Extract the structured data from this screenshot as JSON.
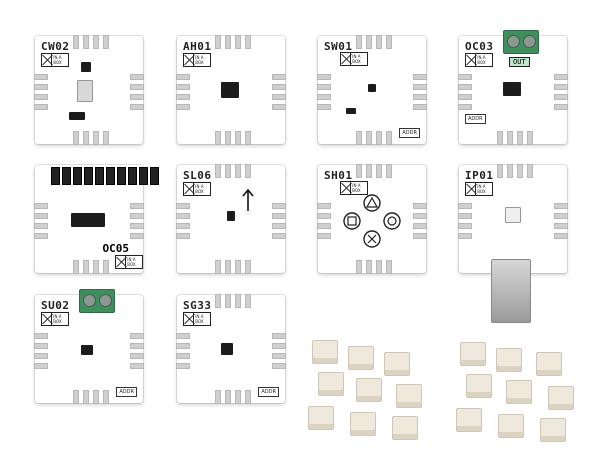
{
  "boards": [
    {
      "id": "cw02",
      "label": "CW02"
    },
    {
      "id": "ah01",
      "label": "AH01"
    },
    {
      "id": "sw01",
      "label": "SW01"
    },
    {
      "id": "oc03",
      "label": "OC03",
      "terminal_text": "OUT"
    },
    {
      "id": "cs11",
      "label": "",
      "side_text": "OC05"
    },
    {
      "id": "sl06",
      "label": "SL06"
    },
    {
      "id": "sh01",
      "label": "SH01"
    },
    {
      "id": "ip01",
      "label": "IP01"
    },
    {
      "id": "su02",
      "label": "SU02"
    },
    {
      "id": "sg33",
      "label": "SG33"
    }
  ],
  "inabox_text": "IN A BOX",
  "addr_text": "ADDR",
  "colors": {
    "board": "#ffffff",
    "pad": "#cfcfcf",
    "chip": "#1c1c1c",
    "terminal": "#3f8f5e",
    "connector": "#efe8dc"
  }
}
